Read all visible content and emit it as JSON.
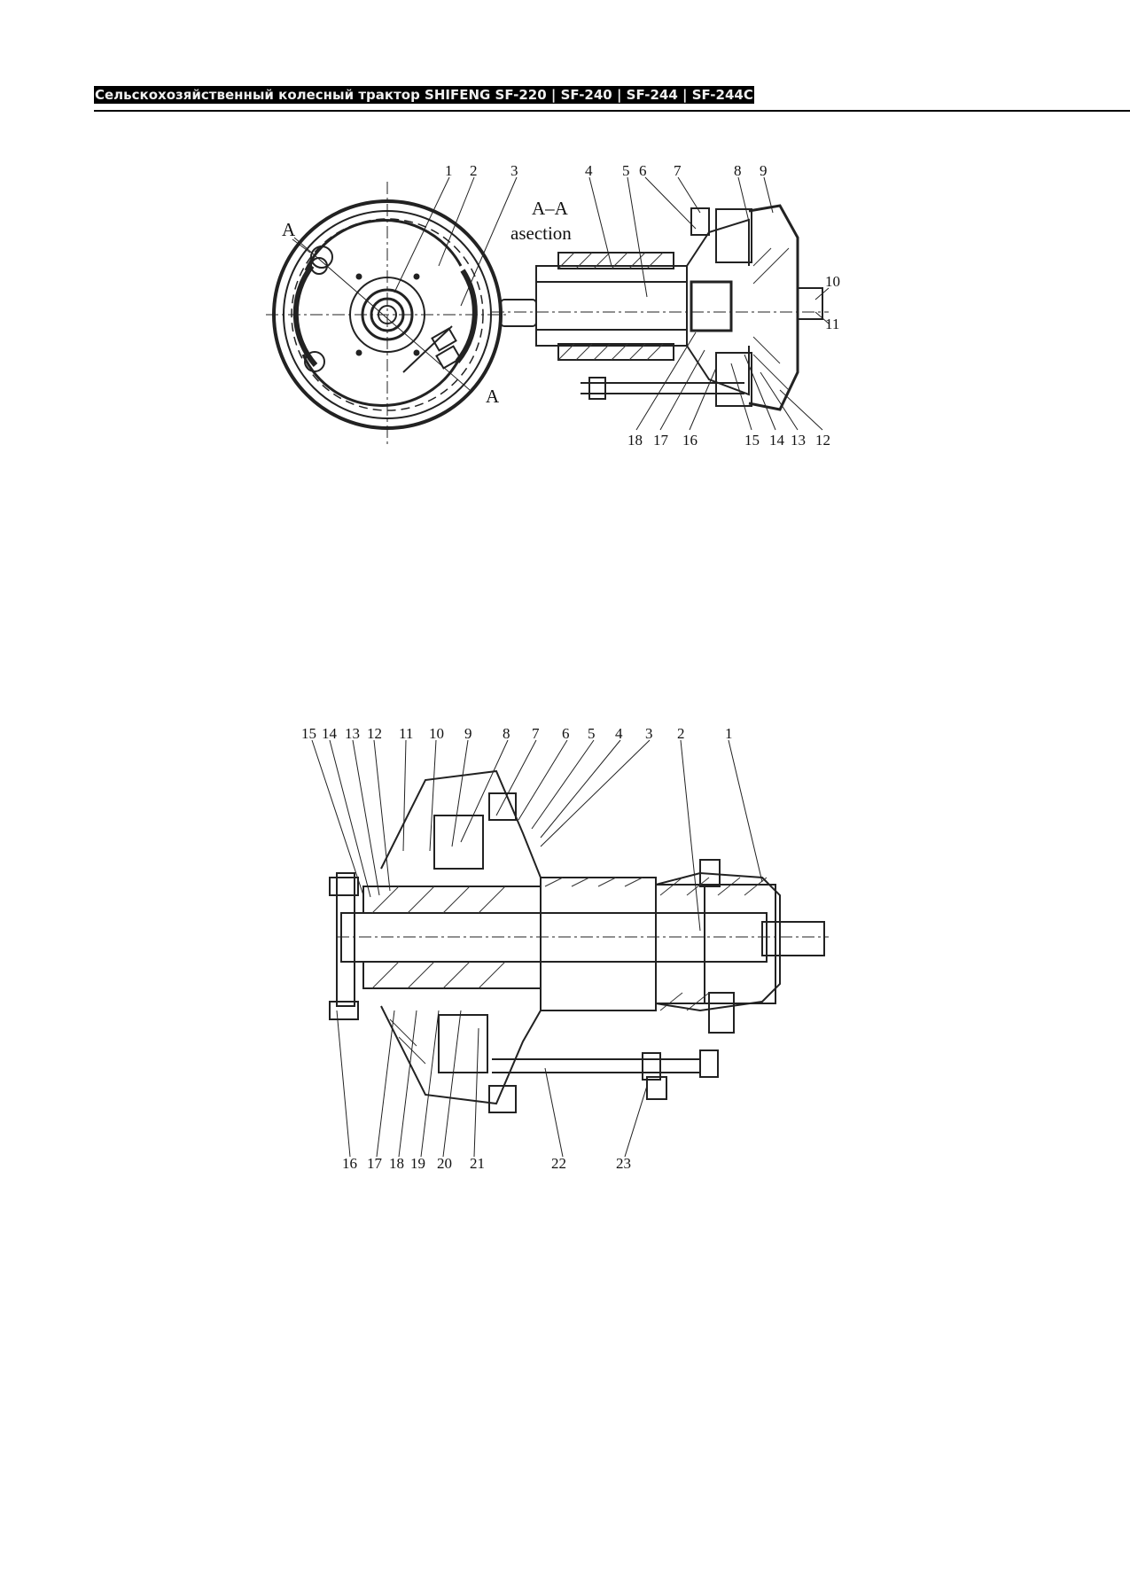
{
  "header": {
    "title": "Сельскохозяйственный колесный трактор SHIFENG SF-220 | SF-240 | SF-244 | SF-244C"
  },
  "figure1": {
    "section_mark": "A",
    "section_title": "A–A",
    "section_subtitle": "asection",
    "callouts": [
      "1",
      "2",
      "3",
      "4",
      "5",
      "6",
      "7",
      "8",
      "9",
      "10",
      "11",
      "12",
      "13",
      "14",
      "15",
      "16",
      "17",
      "18"
    ]
  },
  "figure2": {
    "callouts": [
      "1",
      "2",
      "3",
      "4",
      "5",
      "6",
      "7",
      "8",
      "9",
      "10",
      "11",
      "12",
      "13",
      "14",
      "15",
      "16",
      "17",
      "18",
      "19",
      "20",
      "21",
      "22",
      "23"
    ]
  }
}
